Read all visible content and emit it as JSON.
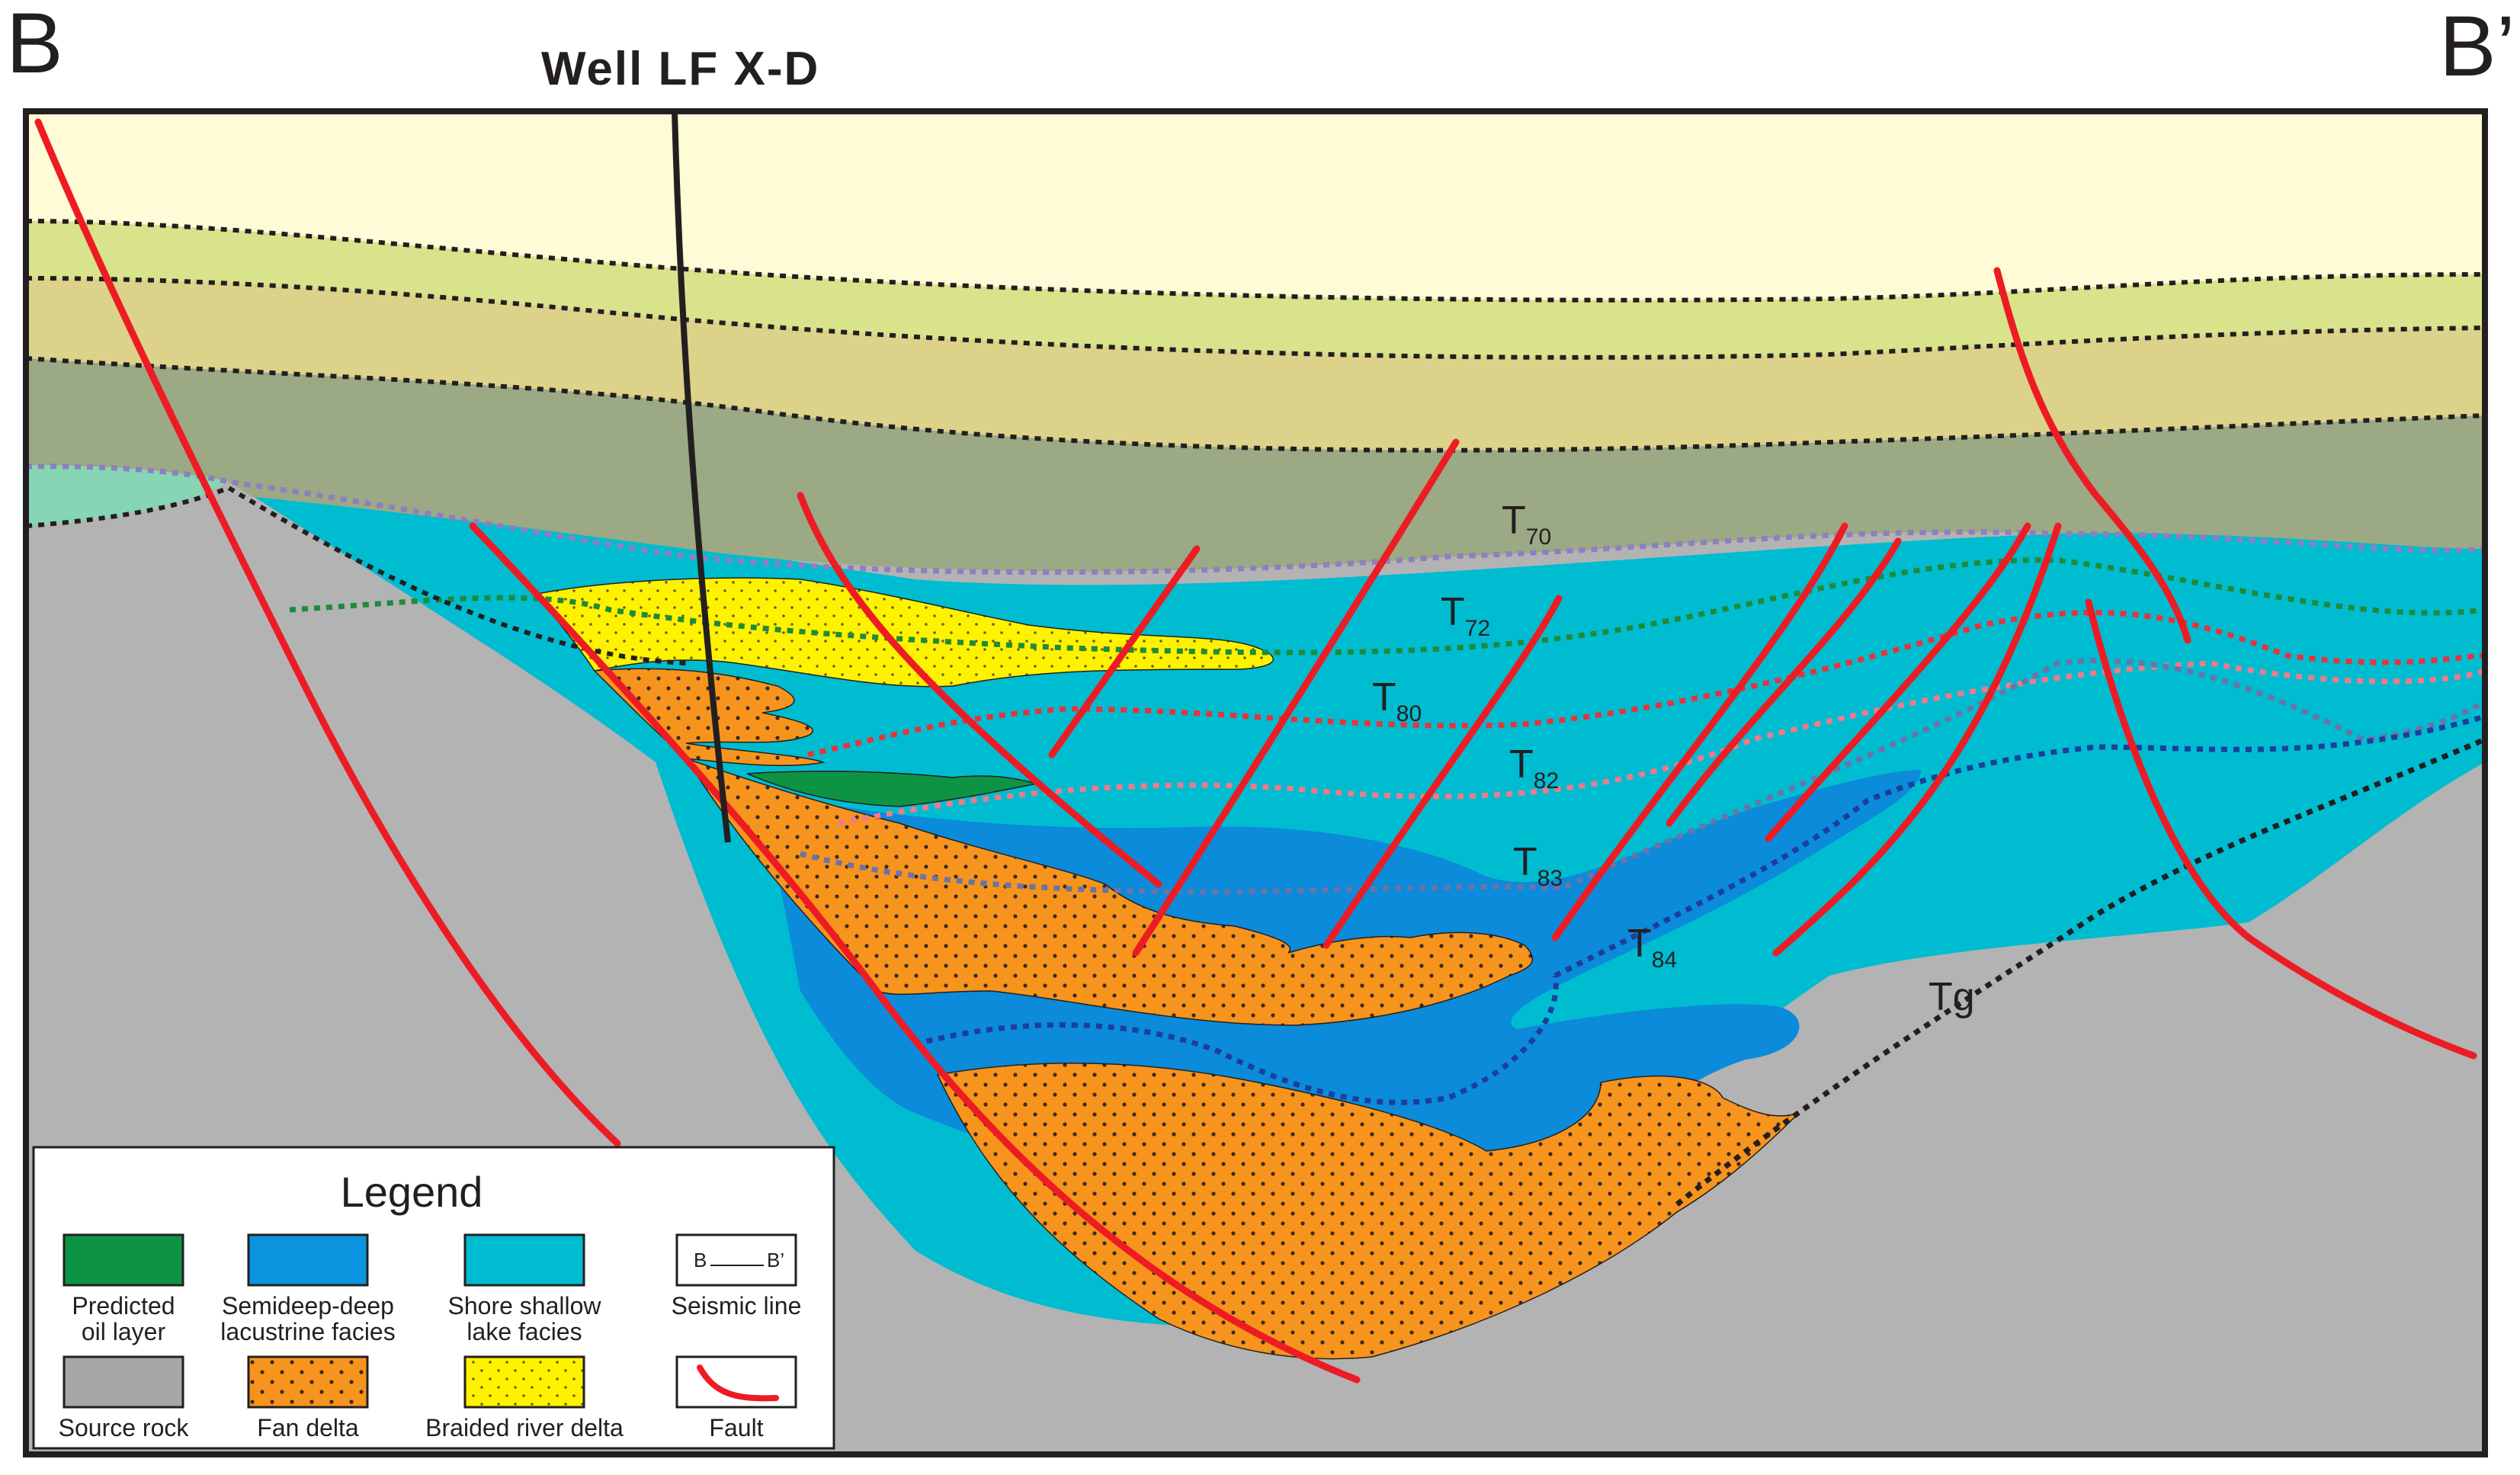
{
  "section": {
    "left_label": "B",
    "right_label": "B’",
    "well_label": "Well LF X-D"
  },
  "horizons": [
    {
      "base": "T",
      "sub": "70",
      "color": "#8e7fc0"
    },
    {
      "base": "T",
      "sub": "72",
      "color": "#1e8b3a"
    },
    {
      "base": "T",
      "sub": "80",
      "color": "#e8323c"
    },
    {
      "base": "T",
      "sub": "82",
      "color": "#f07a8a"
    },
    {
      "base": "T",
      "sub": "83",
      "color": "#6a74a8"
    },
    {
      "base": "T",
      "sub": "84",
      "color": "#1c3f9c"
    },
    {
      "base": "Tg",
      "sub": "",
      "color": "#231f20"
    }
  ],
  "legend": {
    "title": "Legend",
    "items": [
      {
        "label1": "Predicted",
        "label2": "oil layer",
        "swatch": "predicted-oil",
        "color": "#0c9444"
      },
      {
        "label1": "Semideep-deep",
        "label2": "lacustrine facies",
        "swatch": "semideep",
        "color": "#0b95e0"
      },
      {
        "label1": "Shore shallow",
        "label2": "lake facies",
        "swatch": "shore",
        "color": "#00bcd0"
      },
      {
        "label1": "Seismic line",
        "label2": "",
        "swatch": "seismic",
        "color": "#231f20"
      },
      {
        "label1": "Source rock",
        "label2": "",
        "swatch": "source",
        "color": "#a6a6a6"
      },
      {
        "label1": "Fan delta",
        "label2": "",
        "swatch": "fan",
        "color": "#f7941d"
      },
      {
        "label1": "Braided river delta",
        "label2": "",
        "swatch": "braided",
        "color": "#fff200"
      },
      {
        "label1": "Fault",
        "label2": "",
        "swatch": "fault",
        "color": "#ed1c24"
      }
    ],
    "seismic_swatch_left": "B",
    "seismic_swatch_right": "B’"
  },
  "colors": {
    "upper1": "#fefbd6",
    "upper2": "#d9e38c",
    "upper3": "#ddd289",
    "upper4": "#9ba984",
    "green_teal": "#86d5b4",
    "basement": "#b3b3b3",
    "shore": "#00bcd0",
    "deep": "#0b8bd9",
    "fan": "#f7941d",
    "braided": "#fff200",
    "oil": "#0c9444",
    "fault": "#ed1c24",
    "well": "#231f20"
  }
}
